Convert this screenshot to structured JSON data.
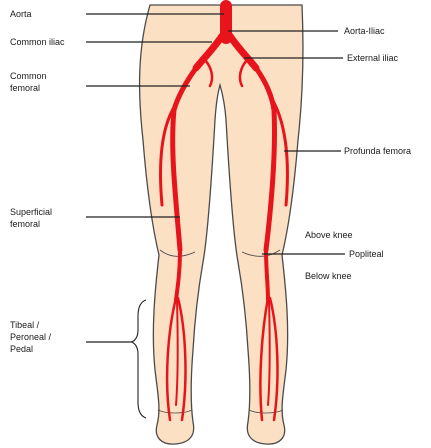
{
  "labels": {
    "aorta": "Aorta",
    "common_iliac": "Common iliac",
    "common_femoral_1": "Common",
    "common_femoral_2": "femoral",
    "superficial_femoral_1": "Superficial",
    "superficial_femoral_2": "femoral",
    "tibeal_1": "Tibeal /",
    "tibeal_2": "Peroneal /",
    "tibeal_3": "Pedal",
    "aorta_iliac": "Aorta-Iliac",
    "external_iliac": "External iliac",
    "profunda_femora": "Profunda femora",
    "above_knee": "Above knee",
    "popliteal": "Popliteal",
    "below_knee": "Below knee"
  },
  "colors": {
    "skin": "#fce0c4",
    "outline": "#4a4a4a",
    "artery": "#e8141b",
    "leader": "#222222"
  }
}
